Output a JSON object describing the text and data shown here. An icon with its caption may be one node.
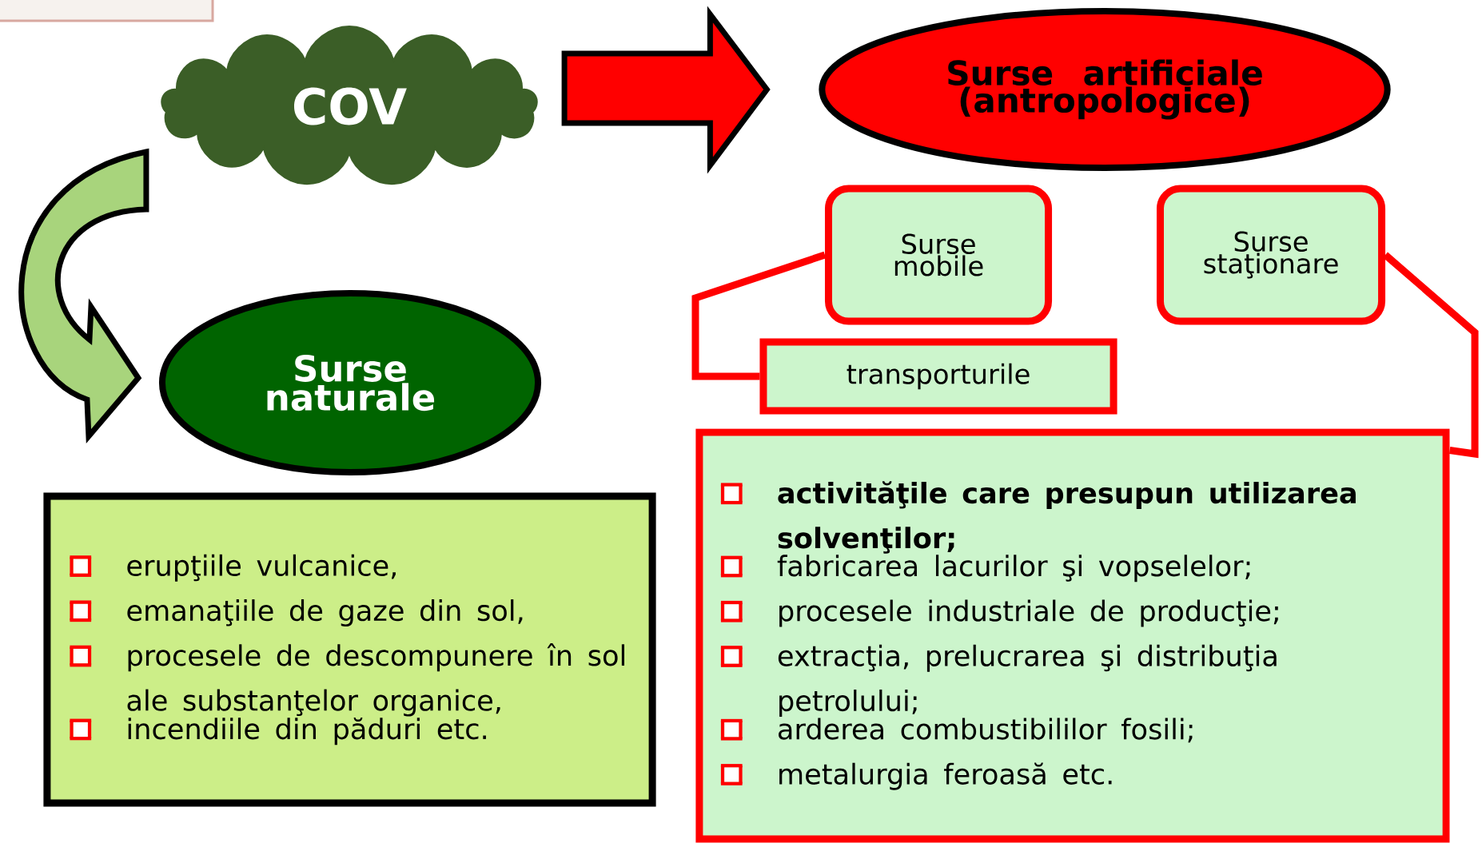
{
  "diagram": {
    "nodes": [
      {
        "text": [
          "COV"
        ]
      },
      {
        "text": [
          "Surse artificiale (antropologice)"
        ]
      },
      {
        "text": [
          "Surse naturale"
        ]
      },
      {
        "text": [
          "Surse mobile"
        ]
      },
      {
        "text": [
          "Surse staţionare"
        ]
      },
      {
        "text": [
          "transporturile"
        ]
      },
      {
        "text": [
          "erupţiile vulcanice,",
          "emanaţiile de gaze din sol,",
          "procesele de descompunere în sol ale substanţelor organice,",
          "incendiile din păduri etc."
        ]
      },
      {
        "text": [
          "activităţile care presupun utilizarea solvenţilor;",
          "fabricarea lacurilor şi vopselelor;",
          "procesele industriale de producţie;",
          "extracţia, prelucrarea şi distribuţia petrolului;",
          "arderea combustibililor fosili;",
          "metalurgia feroasă etc."
        ]
      }
    ],
    "edges": [
      {
        "from": 0,
        "to": 1,
        "arrow": "to",
        "style": "thick"
      },
      {
        "from": 0,
        "to": 2,
        "arrow": "to",
        "style": "thick",
        "color": "#a8d47c"
      },
      {
        "from": 3,
        "to": 5,
        "arrow": "none"
      },
      {
        "from": 4,
        "to": 7,
        "arrow": "none"
      }
    ]
  }
}
